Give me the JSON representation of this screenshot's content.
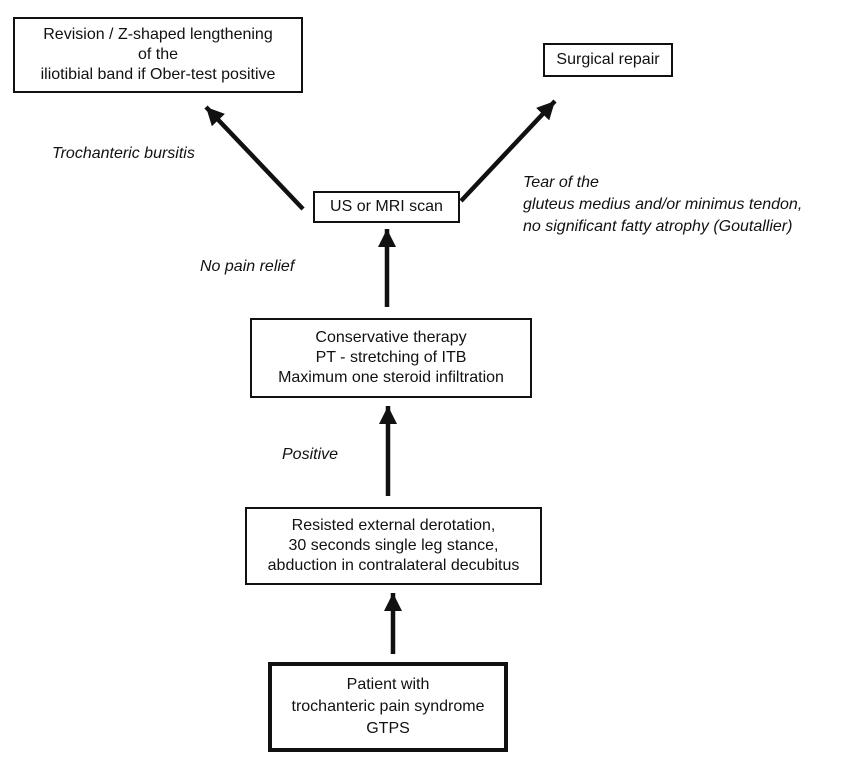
{
  "figure": {
    "colors": {
      "background": "#ffffff",
      "line": "#111111",
      "text": "#111111"
    },
    "boxes": {
      "revision": {
        "lines": [
          "Revision / Z-shaped lengthening",
          "of the",
          "iliotibial band if Ober-test positive"
        ]
      },
      "surgical_repair": {
        "label": "Surgical repair"
      },
      "us_mri": {
        "label": "US or MRI scan"
      },
      "conservative": {
        "lines": [
          "Conservative therapy",
          "PT - stretching of ITB",
          "Maximum one steroid infiltration"
        ]
      },
      "clinical_tests": {
        "lines": [
          "Resisted external derotation,",
          "30 seconds single leg stance,",
          "abduction in contralateral decubitus"
        ]
      },
      "patient": {
        "lines": [
          "Patient with",
          "trochanteric pain syndrome",
          "GTPS"
        ]
      }
    },
    "edge_labels": {
      "trochanteric_bursitis": "Trochanteric bursitis",
      "tear": {
        "lines": [
          "Tear of the",
          "gluteus medius and/or minimus tendon,",
          "no significant fatty atrophy (Goutallier)"
        ]
      },
      "no_pain_relief": "No pain relief",
      "positive": "Positive"
    }
  }
}
